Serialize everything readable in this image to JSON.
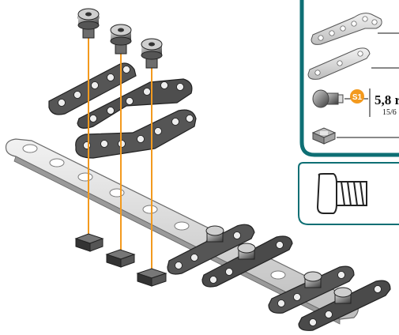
{
  "legend": {
    "bolt_badge": "S1",
    "bolt_size_main": "5,8 r",
    "bolt_size_sub": "15/6"
  },
  "colors": {
    "accent_frame": "#0e6f74",
    "guide_line": "#f39a1e",
    "badge": "#f39a1e",
    "metal_dark": "#3a3a3a",
    "metal_light": "#e7e7e7"
  },
  "icons": {
    "parts": [
      "angle-plate-icon",
      "short-strip-icon",
      "bolt-icon",
      "square-nut-icon"
    ],
    "highlight": "bolt-side-view-icon"
  }
}
